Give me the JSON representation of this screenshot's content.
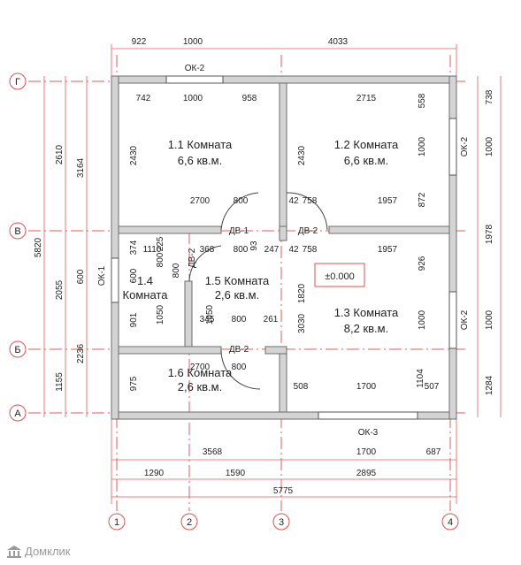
{
  "top_dims": [
    "922",
    "1000",
    "4033"
  ],
  "bottom_dims": {
    "row1": [
      "3568",
      "1700",
      "687"
    ],
    "row2": [
      "1290",
      "1590",
      "2895"
    ],
    "total": "5775"
  },
  "left_dims": {
    "outer": "5820",
    "col1": [
      "2610",
      "2055",
      "1155"
    ],
    "col2": [
      "3164",
      "600",
      "2236"
    ]
  },
  "right_dims": [
    "738",
    "1000",
    "1978",
    "1000",
    "1284"
  ],
  "grid_rows": [
    "Г",
    "В",
    "Б",
    "А"
  ],
  "grid_cols": [
    "1",
    "2",
    "3",
    "4"
  ],
  "rooms": [
    {
      "num": "1.1 Комната",
      "area": "6,6 кв.м."
    },
    {
      "num": "1.2 Комната",
      "area": "6,6 кв.м."
    },
    {
      "num": "1.3 Комната",
      "area": "8,2 кв.м."
    },
    {
      "num": "1.4",
      "area": "Комната"
    },
    {
      "num": "1.5 Комната",
      "area": "2,6 кв.м."
    },
    {
      "num": "1.6 Комната",
      "area": "2,6 кв.м."
    }
  ],
  "windows": [
    "ОК-2",
    "ОК-2",
    "ОК-2",
    "ОК-1",
    "ОК-3"
  ],
  "doors": [
    "ДВ-1",
    "ДВ-2",
    "ДВ-2",
    "ДВ-2"
  ],
  "level": "±0.000",
  "inner_dims": {
    "r11": [
      "742",
      "1000",
      "958",
      "2430",
      "2700",
      "800"
    ],
    "r12": [
      "2715",
      "558",
      "1000",
      "2430",
      "872",
      "42",
      "758",
      "1957"
    ],
    "r13": [
      "42",
      "758",
      "1957",
      "926",
      "1000",
      "3030",
      "1820",
      "508",
      "1700",
      "1104",
      "507"
    ],
    "r14": [
      "374",
      "600",
      "1110",
      "901",
      "1050",
      "800",
      "225",
      "800"
    ],
    "r15": [
      "368",
      "800",
      "93",
      "247",
      "1050",
      "800",
      "261",
      "345"
    ],
    "r16": [
      "975",
      "2700",
      "800"
    ]
  },
  "watermark": "Домклик",
  "colors": {
    "wall": "#6b6b6b",
    "wall_fill": "#d4d4d4",
    "axis": "#d9534f",
    "level_box": "#d9534f"
  }
}
